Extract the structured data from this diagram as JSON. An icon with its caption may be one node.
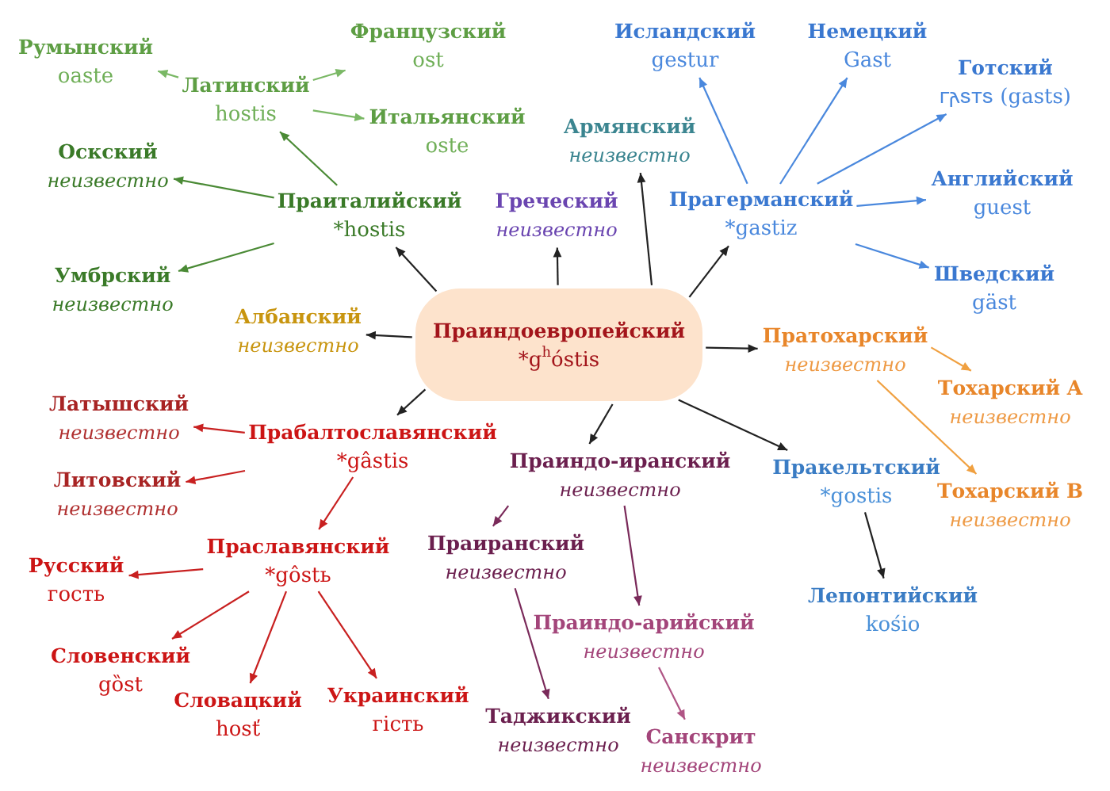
{
  "diagram": {
    "nodes": [
      {
        "text": [
          "Французский",
          "ost"
        ]
      },
      {
        "text": [
          "Исландский",
          "gestur"
        ]
      },
      {
        "text": [
          "Немецкий",
          "Gast"
        ]
      },
      {
        "text": [
          "Румынский",
          "oaste"
        ]
      },
      {
        "text": [
          "Готский",
          "𐌲𐌰𐍃𐍄𐍃 (gasts)"
        ]
      },
      {
        "text": [
          "Латинский",
          "hostis"
        ]
      },
      {
        "text": [
          "Итальянский",
          "oste"
        ]
      },
      {
        "text": [
          "Армянский",
          "неизвестно"
        ]
      },
      {
        "text": [
          "Оскский",
          "неизвестно"
        ]
      },
      {
        "text": [
          "Английский",
          "guest"
        ]
      },
      {
        "text": [
          "Прагерманский",
          "*gastiz"
        ]
      },
      {
        "text": [
          "Праиталийский",
          "*hostis"
        ]
      },
      {
        "text": [
          "Греческий",
          "неизвестно"
        ]
      },
      {
        "text": [
          "Умбрский",
          "неизвестно"
        ]
      },
      {
        "text": [
          "Шведский",
          "gäst"
        ]
      },
      {
        "text": [
          "Албанский",
          "неизвестно"
        ]
      },
      {
        "text": [
          "Праиндоевропейский",
          "*g$^{h}$óstis"
        ]
      },
      {
        "text": [
          "Пратохарский",
          "неизвестно"
        ]
      },
      {
        "text": [
          "Тохарский A",
          "неизвестно"
        ]
      },
      {
        "text": [
          "Латышский",
          "неизвестно"
        ]
      },
      {
        "text": [
          "Прабалтославянский",
          "*gâstis"
        ]
      },
      {
        "text": [
          "Праиндо-иранский",
          "неизвестно"
        ]
      },
      {
        "text": [
          "Пракельтский",
          "*gostis"
        ]
      },
      {
        "text": [
          "Литовский",
          "неизвестно"
        ]
      },
      {
        "text": [
          "Тохарский B",
          "неизвестно"
        ]
      },
      {
        "text": [
          "Праиранский",
          "неизвестно"
        ]
      },
      {
        "text": [
          "Праславянский",
          "*gôstь"
        ]
      },
      {
        "text": [
          "Русский",
          "гость"
        ]
      },
      {
        "text": [
          "Лепонтийский",
          "kośio"
        ]
      },
      {
        "text": [
          "Праиндо-арийский",
          "неизвестно"
        ]
      },
      {
        "text": [
          "Словенский",
          "gȍst"
        ]
      },
      {
        "text": [
          "Украинский",
          "гість"
        ]
      },
      {
        "text": [
          "Словацкий",
          "hosť"
        ]
      },
      {
        "text": [
          "Таджикский",
          "неизвестно"
        ]
      },
      {
        "text": [
          "Санскрит",
          "неизвестно"
        ]
      }
    ],
    "edges": [
      {
        "from": 16,
        "to": 11,
        "arrow": "to"
      },
      {
        "from": 16,
        "to": 12,
        "arrow": "to"
      },
      {
        "from": 16,
        "to": 7,
        "arrow": "to"
      },
      {
        "from": 16,
        "to": 10,
        "arrow": "to"
      },
      {
        "from": 16,
        "to": 15,
        "arrow": "to"
      },
      {
        "from": 16,
        "to": 17,
        "arrow": "to"
      },
      {
        "from": 16,
        "to": 20,
        "arrow": "to"
      },
      {
        "from": 16,
        "to": 21,
        "arrow": "to"
      },
      {
        "from": 16,
        "to": 22,
        "arrow": "to"
      },
      {
        "from": 11,
        "to": 5,
        "arrow": "to",
        "color": "#4a8a35"
      },
      {
        "from": 11,
        "to": 8,
        "arrow": "to",
        "color": "#4a8a35"
      },
      {
        "from": 11,
        "to": 13,
        "arrow": "to",
        "color": "#4a8a35"
      },
      {
        "from": 5,
        "to": 3,
        "arrow": "to",
        "color": "#7ab865"
      },
      {
        "from": 5,
        "to": 0,
        "arrow": "to",
        "color": "#7ab865"
      },
      {
        "from": 5,
        "to": 6,
        "arrow": "to",
        "color": "#7ab865"
      },
      {
        "from": 10,
        "to": 1,
        "arrow": "to",
        "color": "#4a88dd"
      },
      {
        "from": 10,
        "to": 2,
        "arrow": "to",
        "color": "#4a88dd"
      },
      {
        "from": 10,
        "to": 4,
        "arrow": "to",
        "color": "#4a88dd"
      },
      {
        "from": 10,
        "to": 9,
        "arrow": "to",
        "color": "#4a88dd"
      },
      {
        "from": 10,
        "to": 14,
        "arrow": "to",
        "color": "#4a88dd"
      },
      {
        "from": 17,
        "to": 18,
        "arrow": "to",
        "color": "#f0a040"
      },
      {
        "from": 17,
        "to": 24,
        "arrow": "to",
        "color": "#f0a040"
      },
      {
        "from": 20,
        "to": 19,
        "arrow": "to",
        "color": "#c82020"
      },
      {
        "from": 20,
        "to": 23,
        "arrow": "to",
        "color": "#c82020"
      },
      {
        "from": 20,
        "to": 26,
        "arrow": "to",
        "color": "#c82020"
      },
      {
        "from": 26,
        "to": 27,
        "arrow": "to",
        "color": "#c82020"
      },
      {
        "from": 26,
        "to": 30,
        "arrow": "to",
        "color": "#c82020"
      },
      {
        "from": 26,
        "to": 32,
        "arrow": "to",
        "color": "#c82020"
      },
      {
        "from": 26,
        "to": 31,
        "arrow": "to",
        "color": "#c82020"
      },
      {
        "from": 21,
        "to": 25,
        "arrow": "to",
        "color": "#7a2a5a"
      },
      {
        "from": 21,
        "to": 29,
        "arrow": "to",
        "color": "#7a2a5a"
      },
      {
        "from": 25,
        "to": 33,
        "arrow": "to",
        "color": "#7a2a5a"
      },
      {
        "from": 29,
        "to": 34,
        "arrow": "to",
        "color": "#b05585"
      },
      {
        "from": 22,
        "to": 28,
        "arrow": "to"
      }
    ]
  }
}
